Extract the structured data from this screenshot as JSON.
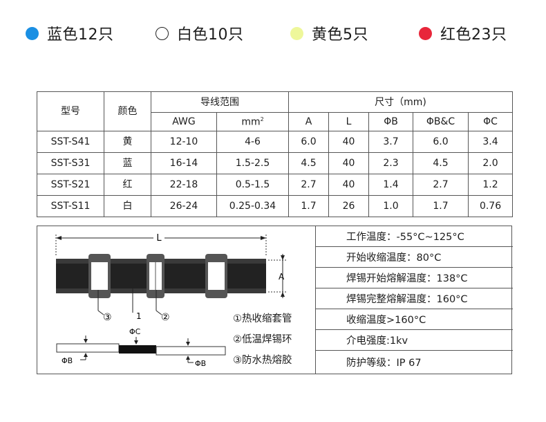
{
  "legend": [
    {
      "label": "蓝色12只",
      "color": "#1a8fe3",
      "outline": false
    },
    {
      "label": "白色10只",
      "color": "#ffffff",
      "outline": true
    },
    {
      "label": "黄色5只",
      "color": "#eef79a",
      "outline": false
    },
    {
      "label": "红色23只",
      "color": "#e8263a",
      "outline": false
    }
  ],
  "table": {
    "model_header": "型号",
    "color_header": "颜色",
    "wire_range_header": "导线范围",
    "size_header": "尺寸（mm)",
    "awg_header": "AWG",
    "mm2_header": "mm",
    "mm2_sup": "2",
    "a_header": "A",
    "l_header": "L",
    "phib_header": "ΦB",
    "phibc_header": "ΦB&C",
    "phic_header": "ΦC",
    "rows": [
      {
        "model": "SST-S41",
        "color": "黄",
        "awg": "12-10",
        "mm2": "4-6",
        "a": "6.0",
        "l": "40",
        "phib": "3.7",
        "phibc": "6.0",
        "phic": "3.4"
      },
      {
        "model": "SST-S31",
        "color": "蓝",
        "awg": "16-14",
        "mm2": "1.5-2.5",
        "a": "4.5",
        "l": "40",
        "phib": "2.3",
        "phibc": "4.5",
        "phic": "2.0"
      },
      {
        "model": "SST-S21",
        "color": "红",
        "awg": "22-18",
        "mm2": "0.5-1.5",
        "a": "2.7",
        "l": "40",
        "phib": "1.4",
        "phibc": "2.7",
        "phic": "1.2"
      },
      {
        "model": "SST-S11",
        "color": "白",
        "awg": "26-24",
        "mm2": "0.25-0.34",
        "a": "1.7",
        "l": "26",
        "phib": "1.0",
        "phibc": "1.7",
        "phic": "0.76"
      }
    ]
  },
  "diagram": {
    "label_l": "L",
    "label_a": "A",
    "label_1": "1",
    "label_2": "②",
    "label_3": "③",
    "label_phic": "ΦC",
    "label_phib_left": "ΦB",
    "label_phib_right": "ΦB",
    "parts": [
      "①热收缩套管",
      "②低温焊锡环",
      "③防水热熔胶"
    ]
  },
  "properties": [
    "工作温度：-55°C~125°C",
    "开始收缩温度：80°C",
    "焊锡开始熔解温度：138°C",
    "焊锡完整熔解温度：160°C",
    "收缩温度>160°C",
    "介电强度:1kv",
    "防护等级：IP 67"
  ]
}
